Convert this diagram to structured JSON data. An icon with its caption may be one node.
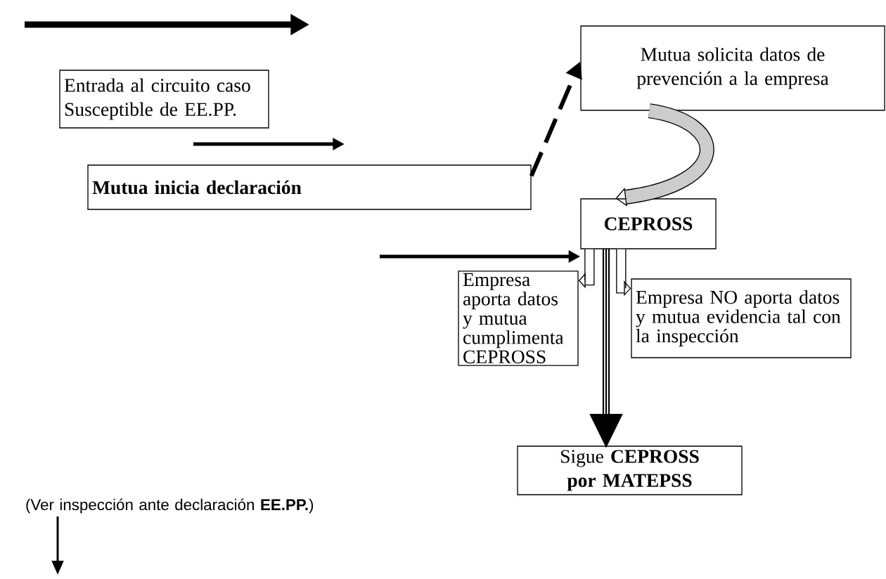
{
  "diagram": {
    "nodes": [
      {
        "text": [
          "Entrada al circuito caso Susceptible de EE.PP."
        ]
      },
      {
        "text": [
          "Mutua inicia declaración"
        ]
      },
      {
        "text": [
          "Mutua solicita datos de prevención a la empresa"
        ]
      },
      {
        "text": [
          "CEPROSS"
        ]
      },
      {
        "text": [
          "Empresa aporta datos y mutua cumplimenta CEPROSS"
        ]
      },
      {
        "text": [
          "Empresa NO aporta datos y mutua evidencia tal con la inspección"
        ]
      },
      {
        "text": [
          "Sigue **CEPROSS por MATEPSS**"
        ]
      },
      {
        "text": [
          "(Ver inspección ante declaración **EE.PP.**)"
        ]
      }
    ],
    "edges": [
      {
        "from": 1,
        "to": 2,
        "arrow": "to",
        "style": "dashed"
      },
      {
        "from": 2,
        "to": 3,
        "arrow": "to",
        "style": "thick"
      },
      {
        "from": null,
        "to": 3,
        "arrow": "to"
      },
      {
        "from": 3,
        "to": 4,
        "arrow": "to",
        "style": "thick"
      },
      {
        "from": 3,
        "to": 5,
        "arrow": "to",
        "style": "thick"
      },
      {
        "from": 3,
        "to": 6,
        "arrow": "to"
      },
      {
        "from": 7,
        "to": null,
        "arrow": "to"
      }
    ]
  }
}
